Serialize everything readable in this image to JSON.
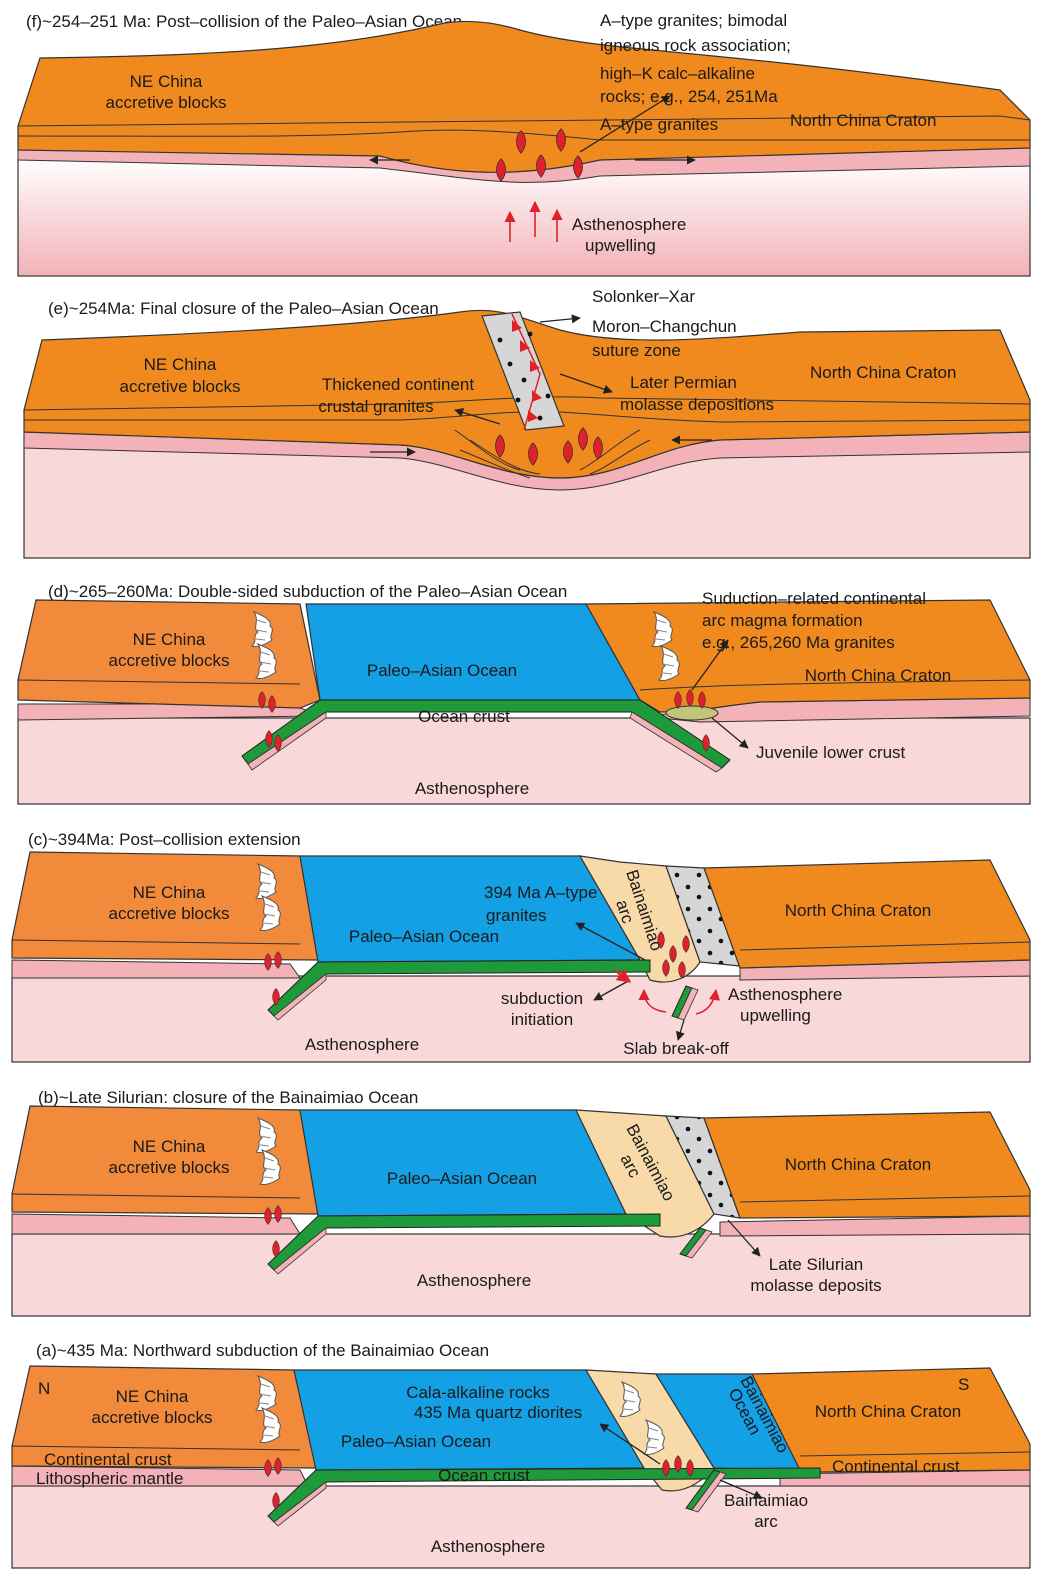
{
  "panels": {
    "f": {
      "title": "(f)~254–251 Ma: Post–collision of the Paleo–Asian Ocean",
      "ne_china": [
        "NE China",
        "accretive blocks"
      ],
      "craton": "North China Craton",
      "note": [
        "A–type granites; bimodal",
        "igneous rock  association;",
        "high–K calc–alkaline",
        "rocks; e.g., 254, 251Ma",
        "A–type granites"
      ],
      "asthenosphere": [
        "Asthenosphere",
        "upwelling"
      ]
    },
    "e": {
      "title": "(e)~254Ma: Final closure of the Paleo–Asian Ocean",
      "ne_china": [
        "NE China",
        "accretive blocks"
      ],
      "craton": "North China Craton",
      "suture": [
        "Solonker–Xar",
        "Moron–Changchun",
        "suture zone"
      ],
      "granites": [
        "Thickened continent",
        "crustal granites"
      ],
      "molasse": [
        "Later Permian",
        "molasse depositions"
      ]
    },
    "d": {
      "title": "(d)~265–260Ma: Double-sided subduction of the Paleo–Asian Ocean",
      "ne_china": [
        "NE China",
        "accretive blocks"
      ],
      "ocean": "Paleo–Asian Ocean",
      "ocean_crust": "Ocean crust",
      "craton": "North China Craton",
      "arc_note": [
        "Suduction–related  continental",
        "arc magma formation",
        "e.g., 265,260 Ma granites"
      ],
      "juvenile": "Juvenile lower crust",
      "asthenosphere": "Asthenosphere"
    },
    "c": {
      "title": "(c)~394Ma: Post–collision extension",
      "ne_china": [
        "NE China",
        "accretive blocks"
      ],
      "ocean": "Paleo–Asian Ocean",
      "craton": "North China Craton",
      "arc": [
        "Bainaimiao",
        "arc"
      ],
      "granites": [
        "394 Ma A–type",
        "granites"
      ],
      "subduction": [
        "subduction",
        "initiation"
      ],
      "upwelling": [
        "Asthenosphere",
        "upwelling"
      ],
      "slab": "Slab break-off",
      "asthenosphere": "Asthenosphere"
    },
    "b": {
      "title": "(b)~Late Silurian: closure of the Bainaimiao Ocean",
      "ne_china": [
        "NE China",
        "accretive blocks"
      ],
      "ocean": "Paleo–Asian Ocean",
      "craton": "North China Craton",
      "arc": [
        "Bainaimiao",
        "arc"
      ],
      "molasse": [
        "Late Silurian",
        "molasse deposits"
      ],
      "asthenosphere": "Asthenosphere"
    },
    "a": {
      "title": "(a)~435 Ma: Northward subduction of the  Bainaimiao Ocean",
      "north": "N",
      "south": "S",
      "ne_china": [
        "NE China",
        "accretive blocks"
      ],
      "continental_crust_left": "Continental crust",
      "lith_mantle": "Lithospheric mantle",
      "ocean": "Paleo–Asian Ocean",
      "ocean_crust": "Ocean crust",
      "calc": [
        "Cala-alkaline rocks",
        "435 Ma quartz diorites"
      ],
      "bainaimiao_ocean": [
        "Bainaimiao",
        "Ocean"
      ],
      "craton": "North China Craton",
      "continental_crust_right": "Continental crust",
      "arc": [
        "Bainaimiao",
        "arc"
      ],
      "asthenosphere": "Asthenosphere"
    }
  },
  "colors": {
    "orange_crust": "#f08a1e",
    "light_orange": "#f29a46",
    "ne_block": "#f28a3c",
    "ocean_blue": "#14a0e4",
    "ocean_crust_green": "#1f9a3a",
    "mantle_pink": "#f1b4b6",
    "asthenosphere": "#f8d8d8",
    "arc_tan": "#f8d9a8",
    "molasse_gray": "#d6d6d6",
    "magma_red": "#e0202a"
  }
}
